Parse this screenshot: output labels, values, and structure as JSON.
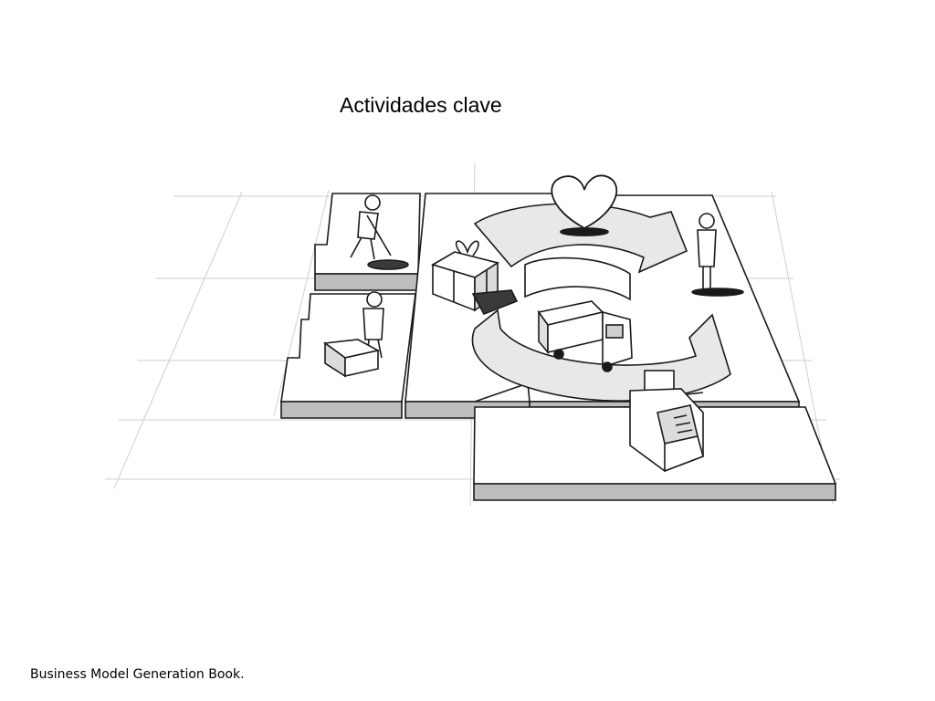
{
  "slide": {
    "title": "Actividades clave",
    "caption": "Business Model Generation Book."
  },
  "illustration": {
    "style": "pencil sketch, black and white",
    "icons": [
      "digging-person-icon",
      "person-with-box-icon",
      "gift-box-icon",
      "heart-icon",
      "standing-person-icon",
      "delivery-truck-icon",
      "cash-register-icon"
    ],
    "colors": {
      "ink": "#1a1a1a",
      "panel-side": "#bdbdbd",
      "panel-top": "#ffffff",
      "grid": "#cfcfcf"
    }
  }
}
